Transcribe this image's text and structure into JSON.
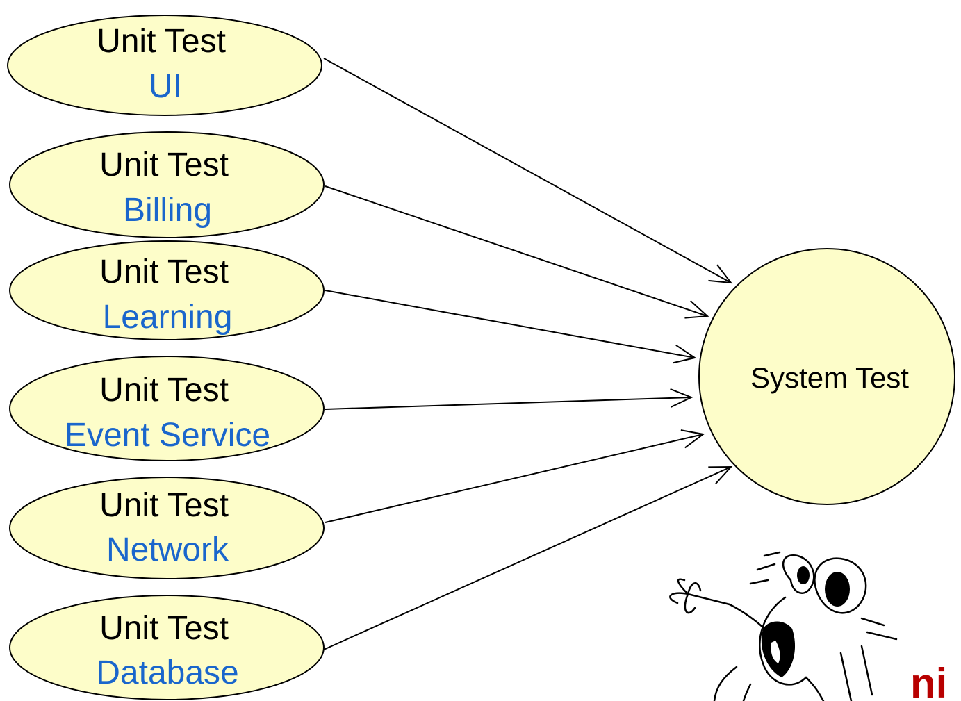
{
  "colors": {
    "node_fill": "#fdfdc9",
    "module_text": "#1a66cc",
    "corner_text": "#b80000"
  },
  "unit_tests": [
    {
      "label": "Unit Test",
      "module": "UI"
    },
    {
      "label": "Unit Test",
      "module": "Billing"
    },
    {
      "label": "Unit Test",
      "module": "Learning"
    },
    {
      "label": "Unit Test",
      "module": "Event Service"
    },
    {
      "label": "Unit Test",
      "module": "Network"
    },
    {
      "label": "Unit Test",
      "module": "Database"
    }
  ],
  "system_test": {
    "label": "System Test"
  },
  "corner_text": "ni",
  "illustration": {
    "icon": "surprised-cartoon-bug-icon"
  }
}
